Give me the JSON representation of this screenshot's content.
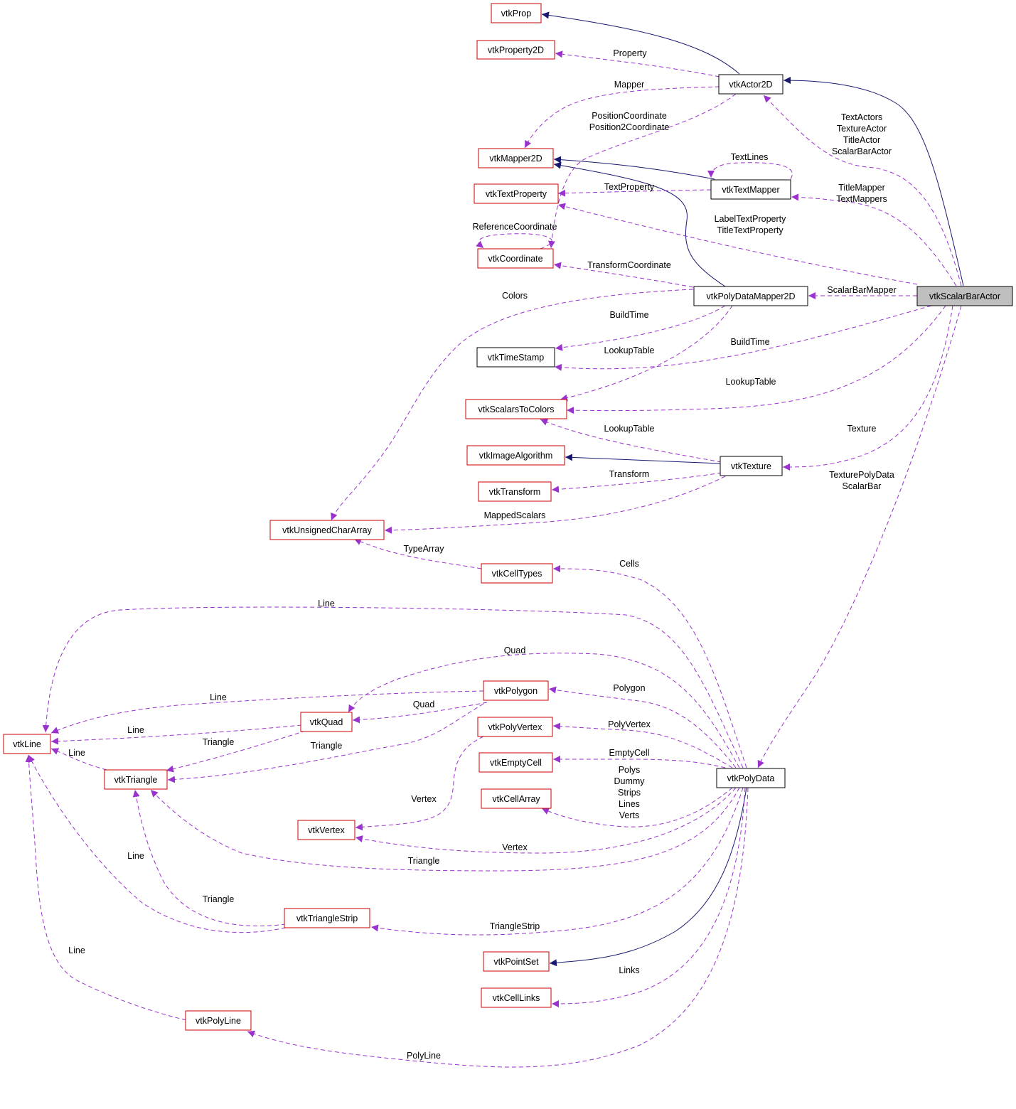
{
  "colors": {
    "inheritance_edge": "#191970",
    "usage_edge": "#9a32cd",
    "undocumented_border": "#cc0000",
    "documented_border": "#000000",
    "root_fill": "#bfbfbf"
  },
  "nodes": [
    {
      "id": "vtkProp",
      "label": "vtkProp",
      "border": "red"
    },
    {
      "id": "vtkProperty2D",
      "label": "vtkProperty2D",
      "border": "red"
    },
    {
      "id": "vtkActor2D",
      "label": "vtkActor2D",
      "border": "black"
    },
    {
      "id": "vtkMapper2D",
      "label": "vtkMapper2D",
      "border": "red"
    },
    {
      "id": "vtkTextMapper",
      "label": "vtkTextMapper",
      "border": "black"
    },
    {
      "id": "vtkTextProperty",
      "label": "vtkTextProperty",
      "border": "red"
    },
    {
      "id": "vtkCoordinate",
      "label": "vtkCoordinate",
      "border": "red"
    },
    {
      "id": "vtkPolyDataMapper2D",
      "label": "vtkPolyDataMapper2D",
      "border": "black"
    },
    {
      "id": "vtkScalarBarActor",
      "label": "vtkScalarBarActor",
      "border": "root"
    },
    {
      "id": "vtkTimeStamp",
      "label": "vtkTimeStamp",
      "border": "black"
    },
    {
      "id": "vtkScalarsToColors",
      "label": "vtkScalarsToColors",
      "border": "red"
    },
    {
      "id": "vtkImageAlgorithm",
      "label": "vtkImageAlgorithm",
      "border": "red"
    },
    {
      "id": "vtkTexture",
      "label": "vtkTexture",
      "border": "black"
    },
    {
      "id": "vtkTransform",
      "label": "vtkTransform",
      "border": "red"
    },
    {
      "id": "vtkUnsignedCharArray",
      "label": "vtkUnsignedCharArray",
      "border": "red"
    },
    {
      "id": "vtkCellTypes",
      "label": "vtkCellTypes",
      "border": "red"
    },
    {
      "id": "vtkPolygon",
      "label": "vtkPolygon",
      "border": "red"
    },
    {
      "id": "vtkQuad",
      "label": "vtkQuad",
      "border": "red"
    },
    {
      "id": "vtkLine",
      "label": "vtkLine",
      "border": "red"
    },
    {
      "id": "vtkPolyVertex",
      "label": "vtkPolyVertex",
      "border": "red"
    },
    {
      "id": "vtkTriangle",
      "label": "vtkTriangle",
      "border": "red"
    },
    {
      "id": "vtkEmptyCell",
      "label": "vtkEmptyCell",
      "border": "red"
    },
    {
      "id": "vtkPolyData",
      "label": "vtkPolyData",
      "border": "black"
    },
    {
      "id": "vtkCellArray",
      "label": "vtkCellArray",
      "border": "red"
    },
    {
      "id": "vtkVertex",
      "label": "vtkVertex",
      "border": "red"
    },
    {
      "id": "vtkTriangleStrip",
      "label": "vtkTriangleStrip",
      "border": "red"
    },
    {
      "id": "vtkPointSet",
      "label": "vtkPointSet",
      "border": "red"
    },
    {
      "id": "vtkCellLinks",
      "label": "vtkCellLinks",
      "border": "red"
    },
    {
      "id": "vtkPolyLine",
      "label": "vtkPolyLine",
      "border": "red"
    }
  ],
  "edge_labels": [
    {
      "id": "lbl-property",
      "lines": [
        "Property"
      ]
    },
    {
      "id": "lbl-mapper",
      "lines": [
        "Mapper"
      ]
    },
    {
      "id": "lbl-position-coords",
      "lines": [
        "PositionCoordinate",
        "Position2Coordinate"
      ]
    },
    {
      "id": "lbl-text-actors",
      "lines": [
        "TextActors",
        "TextureActor",
        "TitleActor",
        "ScalarBarActor"
      ]
    },
    {
      "id": "lbl-text-lines",
      "lines": [
        "TextLines"
      ]
    },
    {
      "id": "lbl-text-property",
      "lines": [
        "TextProperty"
      ]
    },
    {
      "id": "lbl-title-mapper",
      "lines": [
        "TitleMapper",
        "TextMappers"
      ]
    },
    {
      "id": "lbl-label-text-property",
      "lines": [
        "LabelTextProperty",
        "TitleTextProperty"
      ]
    },
    {
      "id": "lbl-reference-coordinate",
      "lines": [
        "ReferenceCoordinate"
      ]
    },
    {
      "id": "lbl-transform-coordinate",
      "lines": [
        "TransformCoordinate"
      ]
    },
    {
      "id": "lbl-scalar-bar-mapper",
      "lines": [
        "ScalarBarMapper"
      ]
    },
    {
      "id": "lbl-colors",
      "lines": [
        "Colors"
      ]
    },
    {
      "id": "lbl-build-time-1",
      "lines": [
        "BuildTime"
      ]
    },
    {
      "id": "lbl-lookup-table-1",
      "lines": [
        "LookupTable"
      ]
    },
    {
      "id": "lbl-build-time-2",
      "lines": [
        "BuildTime"
      ]
    },
    {
      "id": "lbl-lookup-table-2",
      "lines": [
        "LookupTable"
      ]
    },
    {
      "id": "lbl-lookup-table-3",
      "lines": [
        "LookupTable"
      ]
    },
    {
      "id": "lbl-texture",
      "lines": [
        "Texture"
      ]
    },
    {
      "id": "lbl-transform",
      "lines": [
        "Transform"
      ]
    },
    {
      "id": "lbl-texture-poly-data",
      "lines": [
        "TexturePolyData",
        "ScalarBar"
      ]
    },
    {
      "id": "lbl-mapped-scalars",
      "lines": [
        "MappedScalars"
      ]
    },
    {
      "id": "lbl-type-array",
      "lines": [
        "TypeArray"
      ]
    },
    {
      "id": "lbl-cells",
      "lines": [
        "Cells"
      ]
    },
    {
      "id": "lbl-line-top",
      "lines": [
        "Line"
      ]
    },
    {
      "id": "lbl-quad-top",
      "lines": [
        "Quad"
      ]
    },
    {
      "id": "lbl-polygon",
      "lines": [
        "Polygon"
      ]
    },
    {
      "id": "lbl-line-polygon",
      "lines": [
        "Line"
      ]
    },
    {
      "id": "lbl-quad-polygon",
      "lines": [
        "Quad"
      ]
    },
    {
      "id": "lbl-line-quad",
      "lines": [
        "Line"
      ]
    },
    {
      "id": "lbl-triangle-quad",
      "lines": [
        "Triangle"
      ]
    },
    {
      "id": "lbl-triangle-polygon",
      "lines": [
        "Triangle"
      ]
    },
    {
      "id": "lbl-poly-vertex",
      "lines": [
        "PolyVertex"
      ]
    },
    {
      "id": "lbl-line-triangle",
      "lines": [
        "Line"
      ]
    },
    {
      "id": "lbl-empty-cell",
      "lines": [
        "EmptyCell"
      ]
    },
    {
      "id": "lbl-polys",
      "lines": [
        "Polys",
        "Dummy",
        "Strips",
        "Lines",
        "Verts"
      ]
    },
    {
      "id": "lbl-vertex-polyvertex",
      "lines": [
        "Vertex"
      ]
    },
    {
      "id": "lbl-vertex-polydata",
      "lines": [
        "Vertex"
      ]
    },
    {
      "id": "lbl-triangle-polydata",
      "lines": [
        "Triangle"
      ]
    },
    {
      "id": "lbl-line-strip",
      "lines": [
        "Line"
      ]
    },
    {
      "id": "lbl-triangle-strip-tri",
      "lines": [
        "Triangle"
      ]
    },
    {
      "id": "lbl-triangle-strip",
      "lines": [
        "TriangleStrip"
      ]
    },
    {
      "id": "lbl-line-polyline",
      "lines": [
        "Line"
      ]
    },
    {
      "id": "lbl-links",
      "lines": [
        "Links"
      ]
    },
    {
      "id": "lbl-poly-line",
      "lines": [
        "PolyLine"
      ]
    }
  ]
}
